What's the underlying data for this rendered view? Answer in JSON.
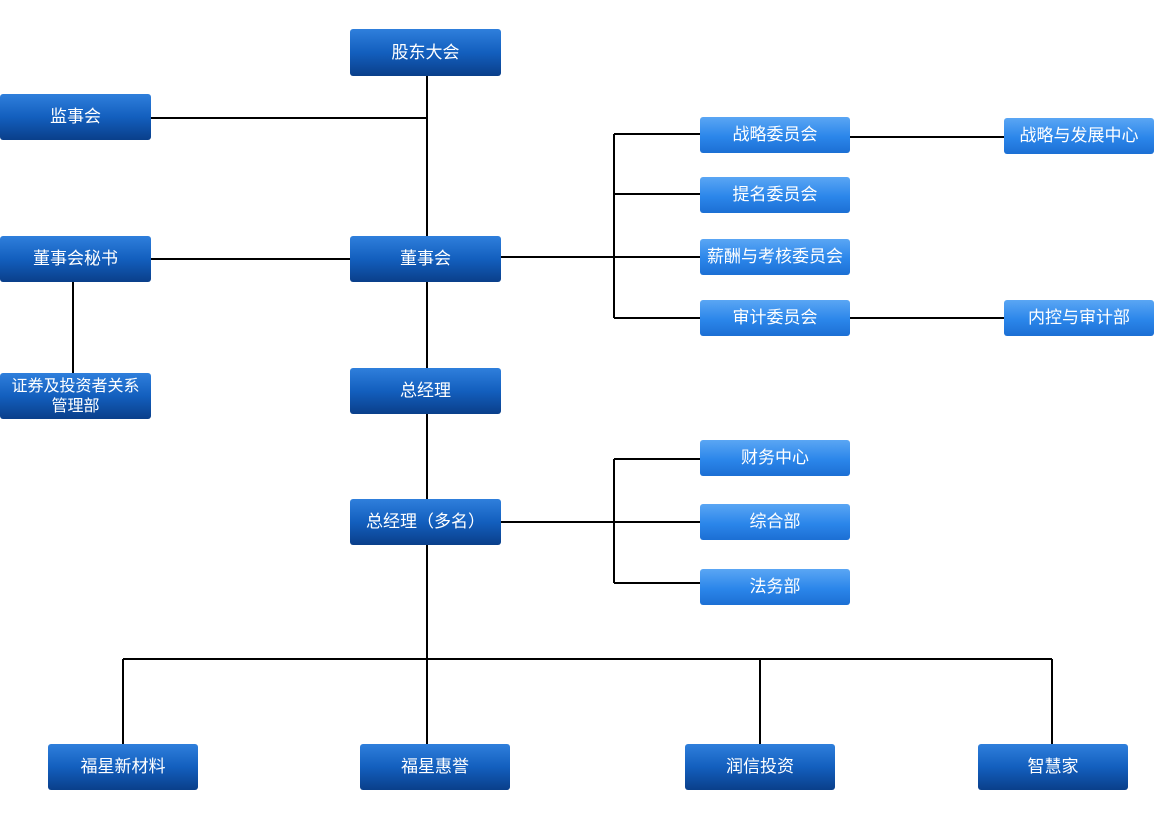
{
  "nodes": {
    "shareholders_meeting": "股东大会",
    "supervisory_board": "监事会",
    "board_secretary": "董事会秘书",
    "board_of_directors": "董事会",
    "securities_ir_dept": "证券及投资者关系\n管理部",
    "general_manager": "总经理",
    "deputy_general_managers": "总经理（多名）",
    "strategy_committee": "战略委员会",
    "nomination_committee": "提名委员会",
    "compensation_committee": "薪酬与考核委员会",
    "audit_committee": "审计委员会",
    "strategy_dev_center": "战略与发展中心",
    "internal_control_audit_dept": "内控与审计部",
    "finance_center": "财务中心",
    "general_affairs_dept": "综合部",
    "legal_dept": "法务部",
    "fuxing_new_materials": "福星新材料",
    "fuxing_huiyu": "福星惠誉",
    "runxin_investment": "润信投资",
    "zhihuijia": "智慧家"
  },
  "colors": {
    "dark_box_top": "#2f7fdc",
    "dark_box_bottom": "#0a3f8a",
    "light_box_top": "#5aa6f4",
    "light_box_bottom": "#1c6fd4",
    "line": "#000000",
    "text": "#ffffff"
  }
}
